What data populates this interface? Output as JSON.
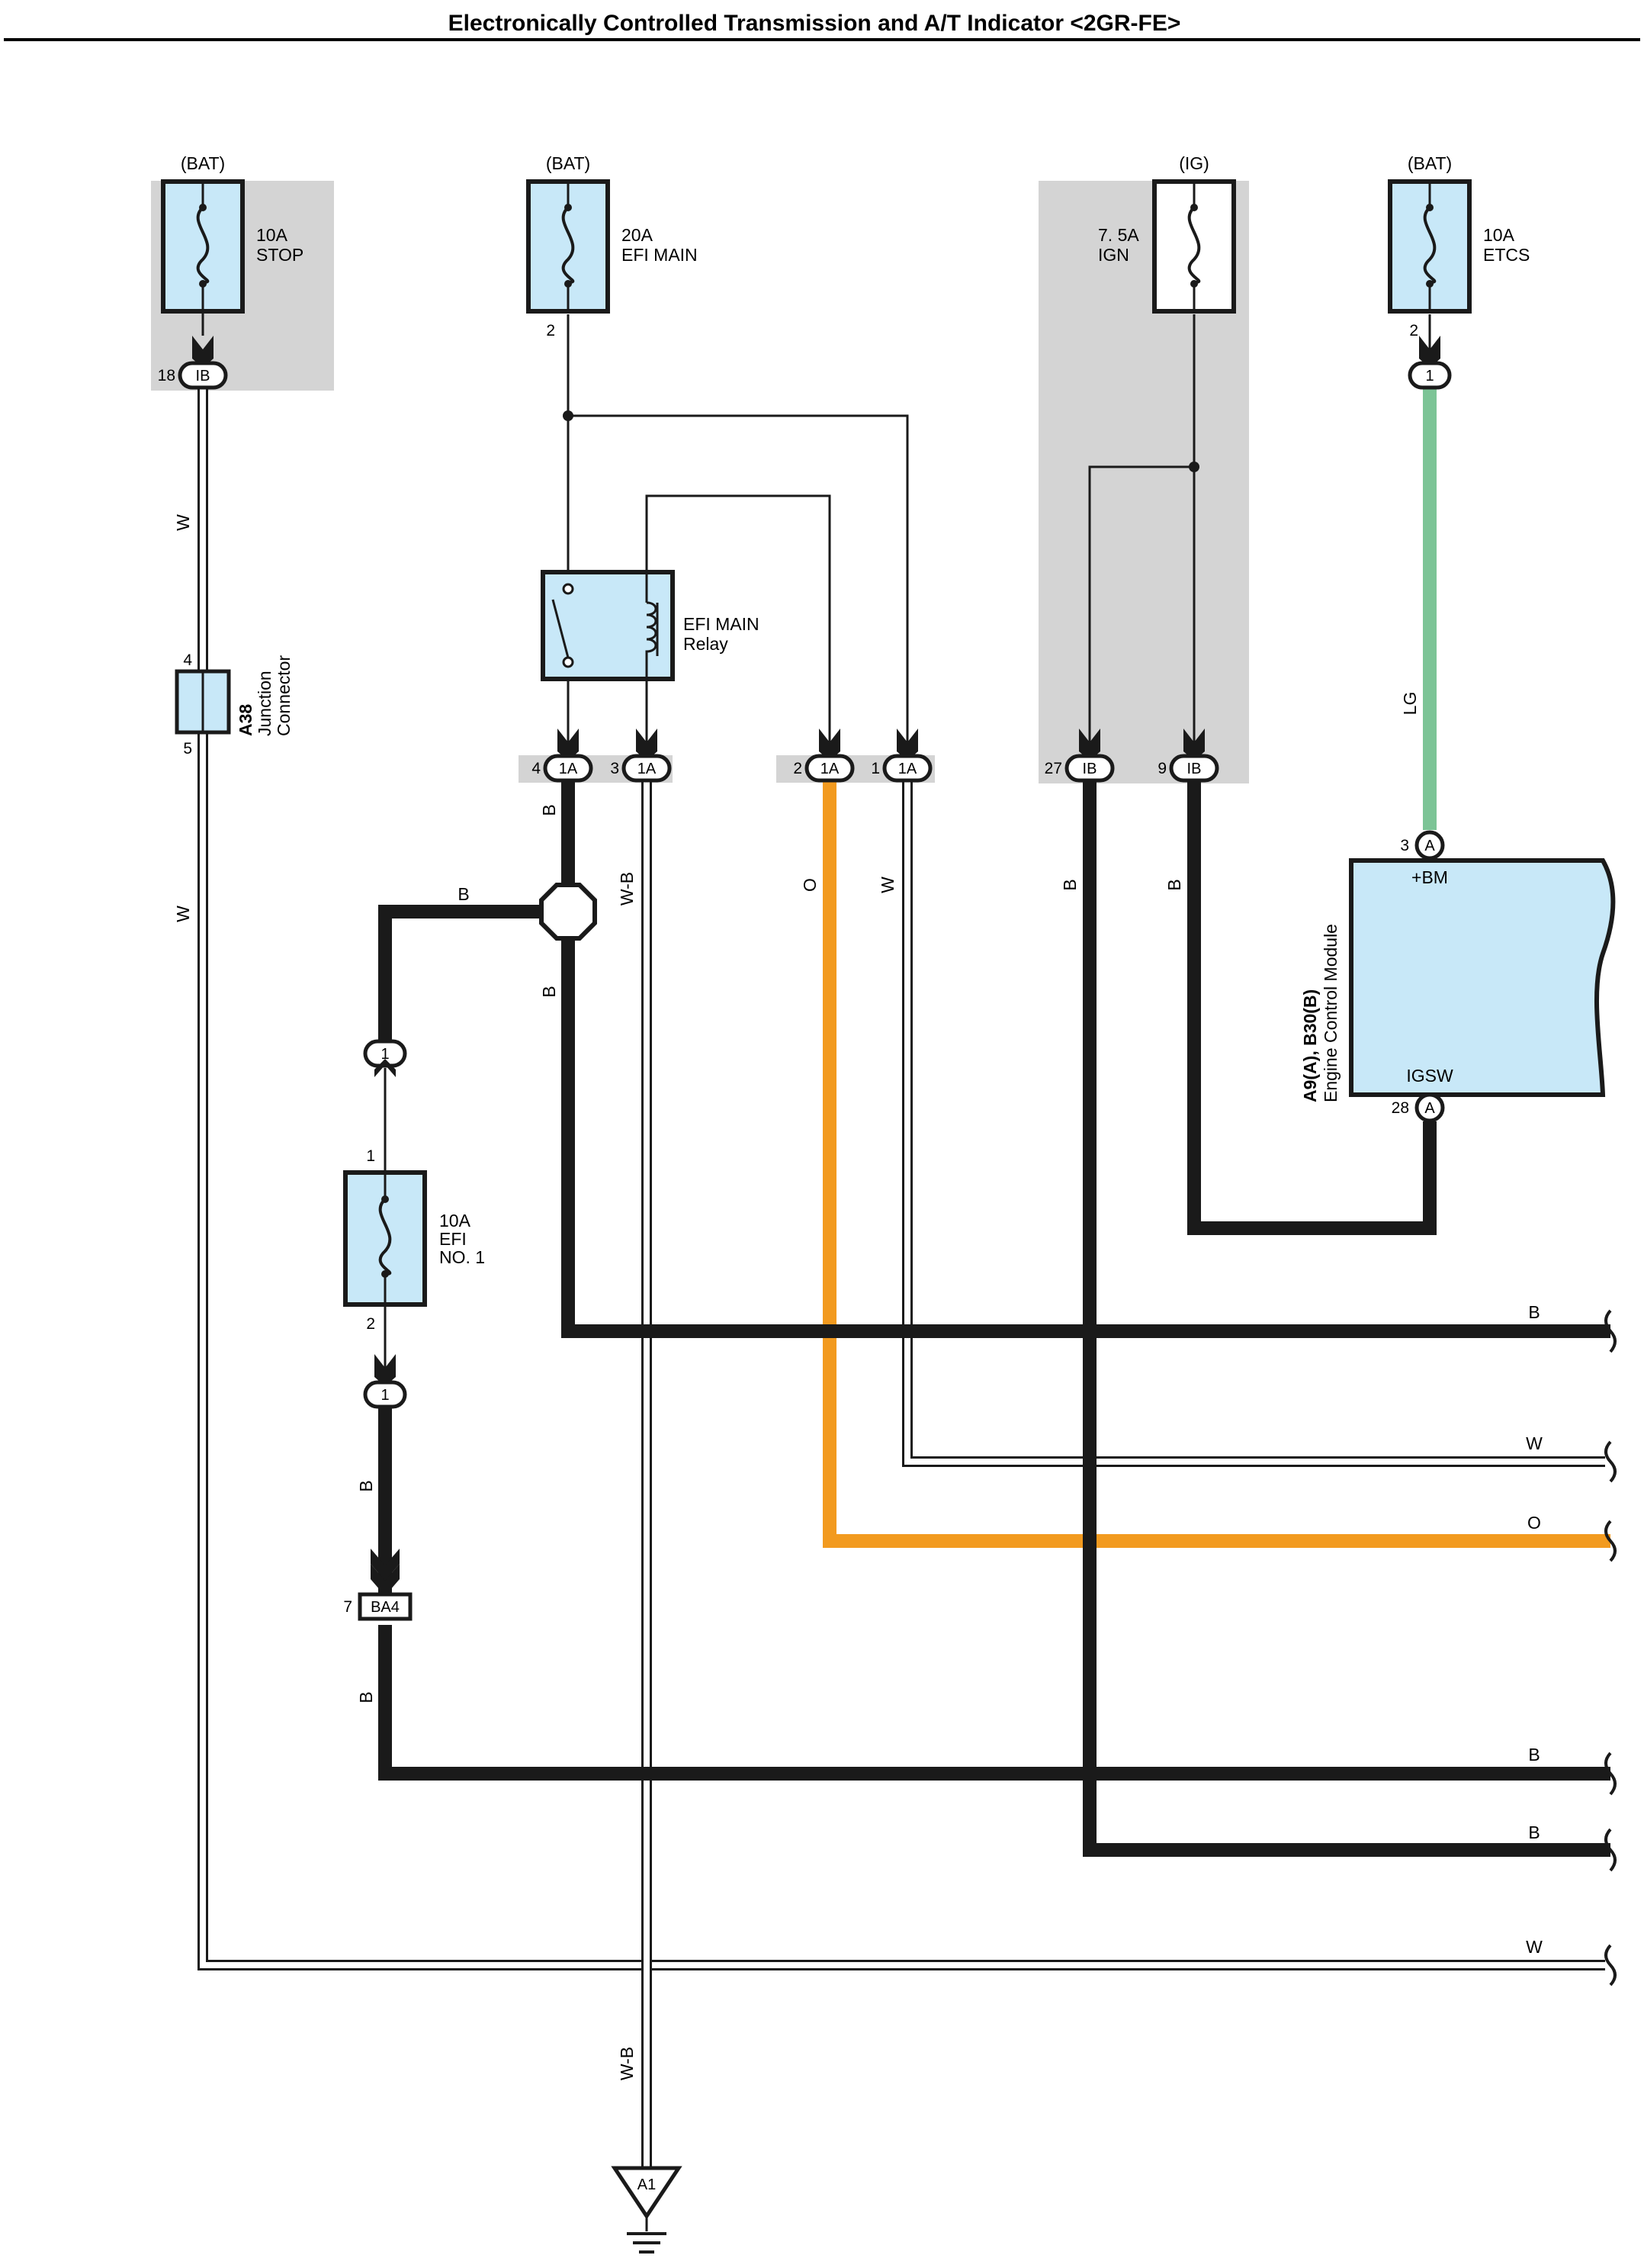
{
  "title": "Electronically Controlled Transmission and A/T Indicator <2GR-FE>",
  "colors": {
    "wire_black": "#1a1a1a",
    "wire_orange": "#f29a1f",
    "wire_green": "#7cc496",
    "component_fill": "#c8e8f8",
    "shaded_box": "#d4d4d4"
  },
  "supplies": {
    "stop": "(BAT)",
    "efi_main": "(BAT)",
    "ign": "(IG)",
    "etcs": "(BAT)"
  },
  "fuses": {
    "stop": {
      "rating": "10A",
      "name": "STOP"
    },
    "efi_main": {
      "rating": "20A",
      "name": "EFI MAIN"
    },
    "ign": {
      "rating": "7. 5A",
      "name": "IGN"
    },
    "etcs": {
      "rating": "10A",
      "name": "ETCS"
    },
    "efi_no1": {
      "rating": "10A",
      "name": "EFI",
      "name2": "NO. 1"
    }
  },
  "relay": {
    "name": "EFI MAIN",
    "name2": "Relay"
  },
  "junction_connector": {
    "code": "A38",
    "name": "Junction",
    "name2": "Connector",
    "pin_top": "4",
    "pin_bottom": "5"
  },
  "ecm": {
    "code": "A9(A), B30(B)",
    "name": "Engine Control Module",
    "pin_bm_label": "+BM",
    "pin_igsw_label": "IGSW",
    "pin_bm_no": "3",
    "pin_igsw_no": "28",
    "pin_letter": "A"
  },
  "connectors": {
    "ib_18": {
      "pin": "18",
      "code": "IB"
    },
    "c1a_4": {
      "pin": "4",
      "code": "1A"
    },
    "c1a_3": {
      "pin": "3",
      "code": "1A"
    },
    "c1a_2": {
      "pin": "2",
      "code": "1A"
    },
    "c1a_1": {
      "pin": "1",
      "code": "1A"
    },
    "ib_27": {
      "pin": "27",
      "code": "IB"
    },
    "ib_9": {
      "pin": "9",
      "code": "IB"
    },
    "etcs_1": {
      "code": "1"
    },
    "efi_no1_top": {
      "code": "1"
    },
    "efi_no1_bottom": {
      "code": "1"
    },
    "ba4": {
      "pin": "7",
      "code": "BA4"
    },
    "ground": {
      "code": "A1"
    }
  },
  "pins": {
    "efi_main_2": "2",
    "etcs_2": "2",
    "efi_no1_1": "1",
    "efi_no1_2": "2"
  },
  "wires": {
    "w": "W",
    "b": "B",
    "o": "O",
    "lg": "LG",
    "wb": "W-B"
  }
}
